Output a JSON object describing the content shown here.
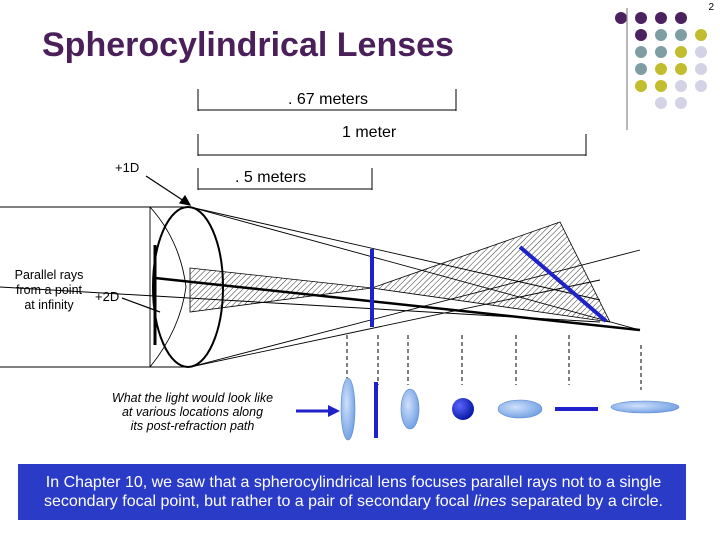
{
  "slide": {
    "number": "2",
    "title": "Spherocylindrical Lenses"
  },
  "measurements": {
    "m067": ". 67 meters",
    "m1": "1 meter",
    "m05": ". 5 meters"
  },
  "powers": {
    "vertical": "+1D",
    "horizontal": "+2D"
  },
  "rays_label": [
    "Parallel rays",
    "from a point",
    "at infinity"
  ],
  "caption": [
    "What the light would look like",
    "at various locations along",
    "its post-refraction path"
  ],
  "footer": {
    "before": "In Chapter 10, we saw that a spherocylindrical lens focuses parallel rays not to a single secondary focal point, but rather to a pair of secondary focal ",
    "italic": "lines",
    "after": " separated by a circle."
  },
  "colors": {
    "title": "#4a1f5a",
    "dot_purple": "#4b2160",
    "dot_teal": "#7f9ea4",
    "dot_olive": "#c2bd2e",
    "dot_lavender": "#d4d3e6",
    "focal_blue": "#1f22c8",
    "shape_fill": "#8fb6ec",
    "footer_bg": "#2a3bc8"
  }
}
